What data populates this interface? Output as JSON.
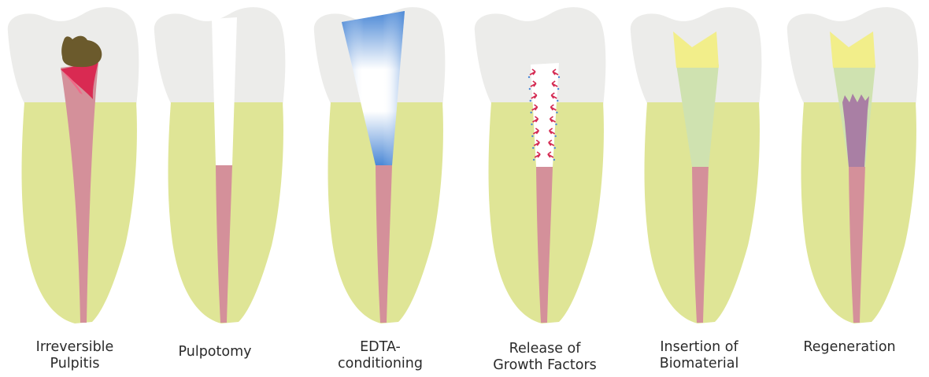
{
  "stages": [
    {
      "id": "irreversible-pulpitis",
      "lines": [
        "Irreversible",
        "Pulpitis"
      ]
    },
    {
      "id": "pulpotomy",
      "lines": [
        "Pulpotomy"
      ]
    },
    {
      "id": "edta-conditioning",
      "lines": [
        "EDTA-",
        "conditioning"
      ]
    },
    {
      "id": "release-of-growth-factors",
      "lines": [
        "Release of",
        "Growth Factors"
      ]
    },
    {
      "id": "insertion-of-biomaterial",
      "lines": [
        "Insertion of",
        "Biomaterial"
      ]
    },
    {
      "id": "regeneration",
      "lines": [
        "Regeneration"
      ]
    }
  ],
  "colors": {
    "enamel": "#ececea",
    "root": "#dfe596",
    "pulp": "#d4909a",
    "caries": "#6b5a2c",
    "inflamed": "#d92a52",
    "edta": "#4b88d6",
    "growth_factor_arrow": "#d42a52",
    "cap_seal": "#f2ee8a",
    "biomaterial": "#cfe2b0",
    "regenerated_tissue": "#a97fa4"
  }
}
